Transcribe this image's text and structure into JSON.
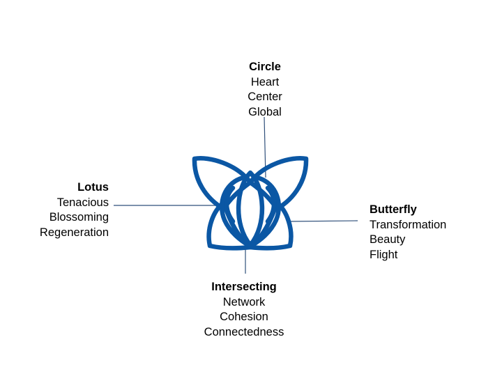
{
  "colors": {
    "logo_blue": "#0b57a4",
    "connector": "#2f4f7a",
    "text": "#000000"
  },
  "logo": {
    "icon": "butterfly-lotus-logo-icon"
  },
  "groups": {
    "circle": {
      "title": "Circle",
      "lines": [
        "Heart",
        "Center",
        "Global"
      ]
    },
    "lotus": {
      "title": "Lotus",
      "lines": [
        "Tenacious",
        "Blossoming",
        "Regeneration"
      ]
    },
    "butterfly": {
      "title": "Butterfly",
      "lines": [
        "Transformation",
        "Beauty",
        "Flight"
      ]
    },
    "intersecting": {
      "title": "Intersecting",
      "lines": [
        "Network",
        "Cohesion",
        "Connectedness"
      ]
    }
  }
}
